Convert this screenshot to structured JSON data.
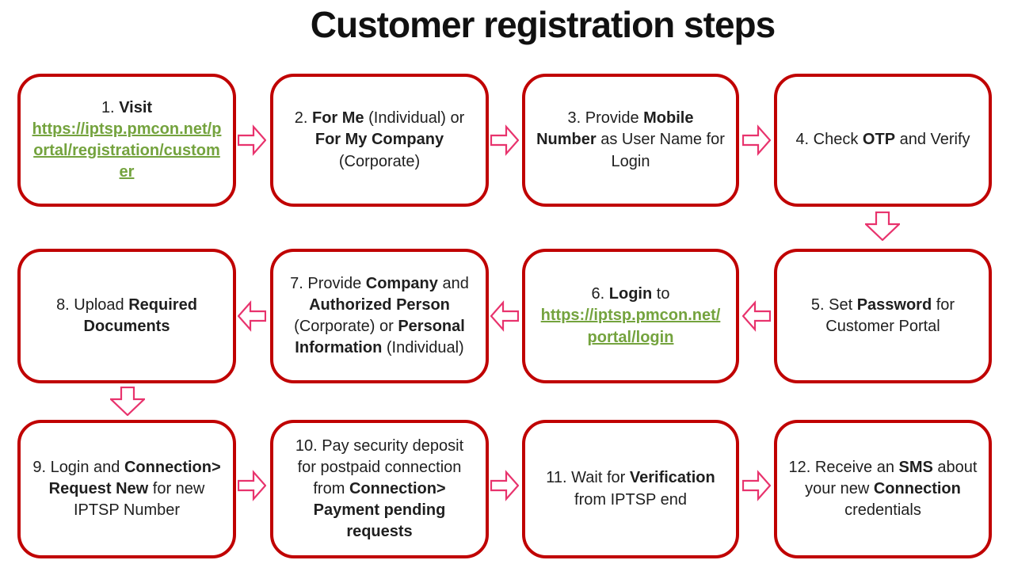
{
  "title": "Customer registration steps",
  "colors": {
    "box_border": "#C00000",
    "arrow": "#E8336D",
    "link": "#74A33E",
    "text": "#1F1F1F"
  },
  "steps": [
    {
      "name": "step-1",
      "segments": [
        {
          "text": "1. "
        },
        {
          "text": "Visit",
          "bold": true
        },
        {
          "br": true
        },
        {
          "text": "https://iptsp.pmcon.net/portal/registration/customer",
          "bold": true,
          "link": true
        }
      ]
    },
    {
      "name": "step-2",
      "segments": [
        {
          "text": "2. "
        },
        {
          "text": "For Me",
          "bold": true
        },
        {
          "text": " (Individual) or "
        },
        {
          "text": "For My Company",
          "bold": true
        },
        {
          "text": " (Corporate)"
        }
      ]
    },
    {
      "name": "step-3",
      "segments": [
        {
          "text": "3. Provide "
        },
        {
          "text": "Mobile Number",
          "bold": true
        },
        {
          "text": " as User Name for Login"
        }
      ]
    },
    {
      "name": "step-4",
      "segments": [
        {
          "text": "4. Check "
        },
        {
          "text": "OTP",
          "bold": true
        },
        {
          "text": " and Verify"
        }
      ]
    },
    {
      "name": "step-5",
      "segments": [
        {
          "text": "5. Set "
        },
        {
          "text": "Password",
          "bold": true
        },
        {
          "text": " for Customer Portal"
        }
      ]
    },
    {
      "name": "step-6",
      "segments": [
        {
          "text": "6. "
        },
        {
          "text": "Login",
          "bold": true
        },
        {
          "text": " to"
        },
        {
          "br": true
        },
        {
          "text": "https://iptsp.pmcon.net/portal/login",
          "bold": true,
          "link": true
        }
      ]
    },
    {
      "name": "step-7",
      "segments": [
        {
          "text": "7. Provide "
        },
        {
          "text": "Company",
          "bold": true
        },
        {
          "text": " and "
        },
        {
          "text": "Authorized Person",
          "bold": true
        },
        {
          "text": " (Corporate) or "
        },
        {
          "text": "Personal Information",
          "bold": true
        },
        {
          "text": " (Individual)"
        }
      ]
    },
    {
      "name": "step-8",
      "segments": [
        {
          "text": "8. Upload "
        },
        {
          "text": "Required Documents",
          "bold": true
        }
      ]
    },
    {
      "name": "step-9",
      "segments": [
        {
          "text": "9. Login and "
        },
        {
          "text": "Connection> Request New",
          "bold": true
        },
        {
          "text": " for new IPTSP Number"
        }
      ]
    },
    {
      "name": "step-10",
      "segments": [
        {
          "text": "10. Pay security deposit for postpaid connection from "
        },
        {
          "text": "Connection> Payment pending requests",
          "bold": true
        }
      ]
    },
    {
      "name": "step-11",
      "segments": [
        {
          "text": "11. Wait for "
        },
        {
          "text": "Verification",
          "bold": true
        },
        {
          "text": " from IPTSP end"
        }
      ]
    },
    {
      "name": "step-12",
      "segments": [
        {
          "text": "12. Receive an "
        },
        {
          "text": "SMS",
          "bold": true
        },
        {
          "text": " about your new "
        },
        {
          "text": "Connection",
          "bold": true
        },
        {
          "text": " credentials"
        }
      ]
    }
  ],
  "arrows": [
    {
      "from": 1,
      "to": 2,
      "direction": "right"
    },
    {
      "from": 2,
      "to": 3,
      "direction": "right"
    },
    {
      "from": 3,
      "to": 4,
      "direction": "right"
    },
    {
      "from": 4,
      "to": 5,
      "direction": "down"
    },
    {
      "from": 5,
      "to": 6,
      "direction": "left"
    },
    {
      "from": 6,
      "to": 7,
      "direction": "left"
    },
    {
      "from": 7,
      "to": 8,
      "direction": "left"
    },
    {
      "from": 8,
      "to": 9,
      "direction": "down"
    },
    {
      "from": 9,
      "to": 10,
      "direction": "right"
    },
    {
      "from": 10,
      "to": 11,
      "direction": "right"
    },
    {
      "from": 11,
      "to": 12,
      "direction": "right"
    }
  ]
}
